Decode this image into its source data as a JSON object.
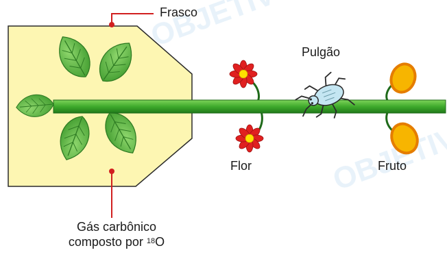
{
  "labels": {
    "frasco": "Frasco",
    "pulgao": "Pulgão",
    "flor": "Flor",
    "fruto": "Fruto",
    "gas_line1": "Gás carbônico",
    "gas_line2_prefix": "composto por ",
    "gas_isotope_mass": "18",
    "gas_isotope_symbol": "O"
  },
  "watermark": "OBJETIVO",
  "colors": {
    "flask_fill": "#fdf6b2",
    "stem": "#3faa2c",
    "leaf": "#5cb845",
    "flower": "#e02020",
    "flower_center": "#ffe000",
    "fruit": "#f7b500",
    "leader_line": "#d11f1f"
  }
}
